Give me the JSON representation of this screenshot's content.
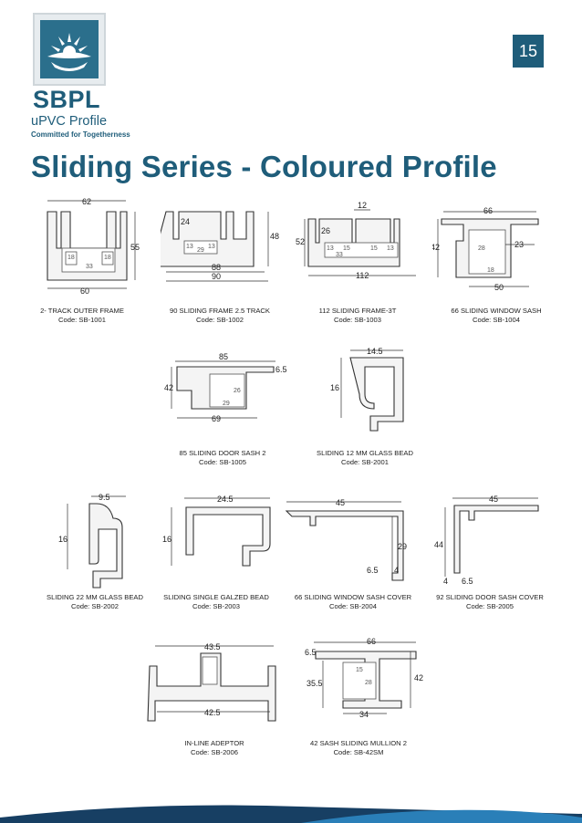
{
  "header": {
    "brand": "SBPL",
    "subtitle": "uPVC Profile",
    "tagline": "Committed for Togetherness",
    "page_number": "15"
  },
  "title": "Sliding Series - Coloured Profile",
  "colors": {
    "brand": "#1f5d7a",
    "footer_dark": "#173f63",
    "footer_light": "#2a7fb8"
  },
  "profiles": [
    {
      "name": "2- TRACK OUTER FRAME",
      "code": "Code: SB-1001",
      "dims": [
        "62",
        "55",
        "60",
        "18",
        "18",
        "33"
      ]
    },
    {
      "name": "90 SLIDING FRAME 2.5 TRACK",
      "code": "Code: SB-1002",
      "dims": [
        "24",
        "48",
        "88",
        "90",
        "13",
        "29",
        "13"
      ]
    },
    {
      "name": "112 SLIDING FRAME-3T",
      "code": "Code: SB-1003",
      "dims": [
        "12",
        "26",
        "52",
        "112",
        "13",
        "15",
        "15",
        "13",
        "33"
      ]
    },
    {
      "name": "66 SLIDING WINDOW SASH",
      "code": "Code: SB-1004",
      "dims": [
        "66",
        "42",
        "23",
        "50",
        "28",
        "18"
      ]
    },
    {
      "name": "85 SLIDING DOOR SASH 2",
      "code": "Code: SB-1005",
      "dims": [
        "85",
        "6.5",
        "42",
        "69",
        "26",
        "29"
      ]
    },
    {
      "name": "SLIDING 12 MM GLASS BEAD",
      "code": "Code: SB-2001",
      "dims": [
        "14.5",
        "16"
      ]
    },
    {
      "name": "SLIDING 22 MM GLASS BEAD",
      "code": "Code: SB-2002",
      "dims": [
        "9.5",
        "16"
      ]
    },
    {
      "name": "SLIDING SINGLE GALZED BEAD",
      "code": "Code: SB-2003",
      "dims": [
        "24.5",
        "16"
      ]
    },
    {
      "name": "66 SLIDING WINDOW SASH COVER",
      "code": "Code: SB-2004",
      "dims": [
        "45",
        "29",
        "6.5",
        "4"
      ]
    },
    {
      "name": "92 SLIDING DOOR SASH COVER",
      "code": "Code: SB-2005",
      "dims": [
        "45",
        "44",
        "4",
        "6.5"
      ]
    },
    {
      "name": "IN-LINE ADEPTOR",
      "code": "Code: SB-2006",
      "dims": [
        "43.5",
        "42.5"
      ]
    },
    {
      "name": "42 SASH SLIDING MULLION 2",
      "code": "Code: SB-42SM",
      "dims": [
        "66",
        "6.5",
        "35.5",
        "42",
        "34",
        "15",
        "28"
      ]
    }
  ]
}
